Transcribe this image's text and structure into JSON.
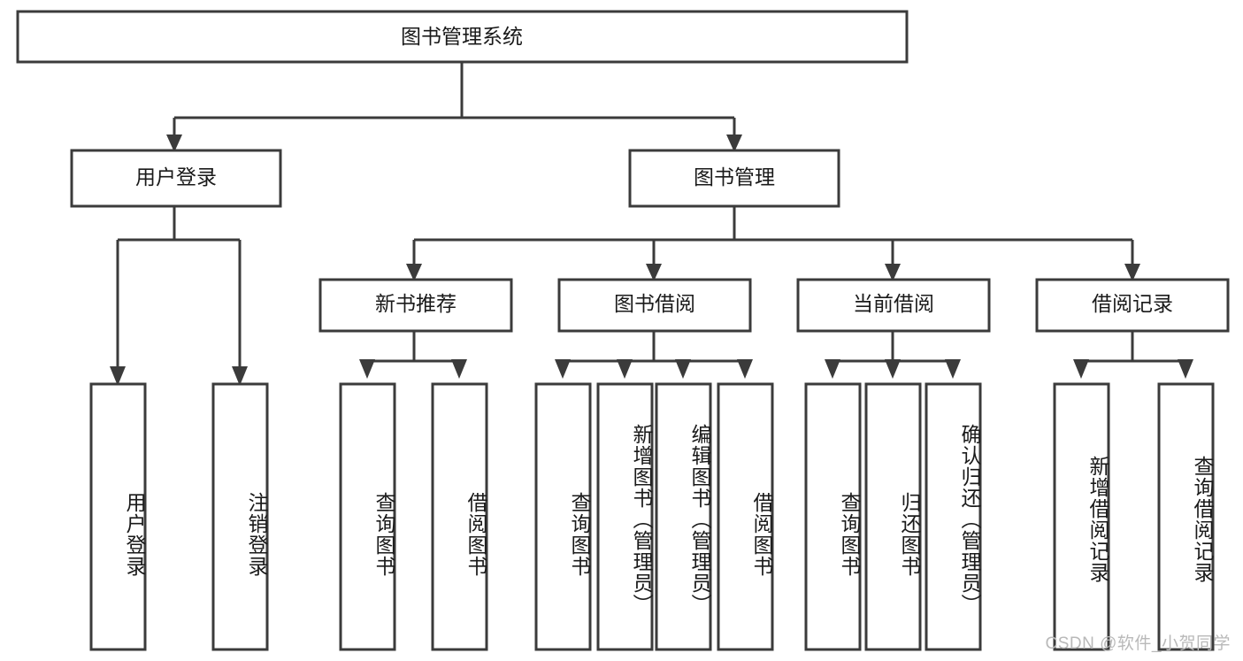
{
  "diagram": {
    "type": "tree",
    "title": "图书管理系统",
    "root": {
      "id": "root",
      "label": "图书管理系统",
      "orientation": "horizontal"
    },
    "level2": [
      {
        "id": "user-login",
        "label": "用户登录",
        "orientation": "horizontal"
      },
      {
        "id": "book-manage",
        "label": "图书管理",
        "orientation": "horizontal"
      }
    ],
    "level3": [
      {
        "id": "new-book-recommend",
        "label": "新书推荐",
        "orientation": "horizontal",
        "parent": "book-manage"
      },
      {
        "id": "book-borrow",
        "label": "图书借阅",
        "orientation": "horizontal",
        "parent": "book-manage"
      },
      {
        "id": "current-borrow",
        "label": "当前借阅",
        "orientation": "horizontal",
        "parent": "book-manage"
      },
      {
        "id": "borrow-record",
        "label": "借阅记录",
        "orientation": "horizontal",
        "parent": "book-manage"
      }
    ],
    "leaves": [
      {
        "id": "leaf-user-login",
        "label": "用户登录",
        "parent": "user-login",
        "orientation": "vertical"
      },
      {
        "id": "leaf-user-logout",
        "label": "注销登录",
        "parent": "user-login",
        "orientation": "vertical"
      },
      {
        "id": "leaf-query-book-1",
        "label": "查询图书",
        "parent": "new-book-recommend",
        "orientation": "vertical"
      },
      {
        "id": "leaf-borrow-book-1",
        "label": "借阅图书",
        "parent": "new-book-recommend",
        "orientation": "vertical"
      },
      {
        "id": "leaf-query-book-2",
        "label": "查询图书",
        "parent": "book-borrow",
        "orientation": "vertical"
      },
      {
        "id": "leaf-add-book",
        "label": "新增图书（管理员）",
        "parent": "book-borrow",
        "orientation": "vertical"
      },
      {
        "id": "leaf-edit-book",
        "label": "编辑图书（管理员）",
        "parent": "book-borrow",
        "orientation": "vertical"
      },
      {
        "id": "leaf-borrow-book-2",
        "label": "借阅图书",
        "parent": "book-borrow",
        "orientation": "vertical"
      },
      {
        "id": "leaf-query-book-3",
        "label": "查询图书",
        "parent": "current-borrow",
        "orientation": "vertical"
      },
      {
        "id": "leaf-return-book",
        "label": "归还图书",
        "parent": "current-borrow",
        "orientation": "vertical"
      },
      {
        "id": "leaf-confirm-return",
        "label": "确认归还（管理员）",
        "parent": "current-borrow",
        "orientation": "vertical"
      },
      {
        "id": "leaf-add-record",
        "label": "新增借阅记录",
        "parent": "borrow-record",
        "orientation": "vertical"
      },
      {
        "id": "leaf-query-record",
        "label": "查询借阅记录",
        "parent": "borrow-record",
        "orientation": "vertical"
      }
    ],
    "colors": {
      "stroke": "#3b3b3b",
      "fill": "#ffffff",
      "text": "#1a1a1a",
      "watermark": "#b9b9b9"
    }
  },
  "watermark": {
    "text": "CSDN @软件_小贺同学"
  }
}
